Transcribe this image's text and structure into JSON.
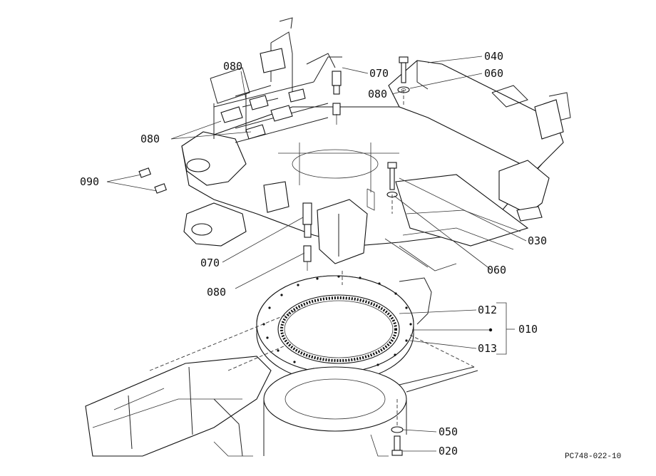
{
  "labels": {
    "l040": "040",
    "l060a": "060",
    "l080a": "080",
    "l070a": "070",
    "l080b": "080",
    "l080c": "080",
    "l090": "090",
    "l030": "030",
    "l060b": "060",
    "l070b": "070",
    "l080d": "080",
    "l012": "012",
    "l013": "013",
    "l010": "010",
    "l050": "050",
    "l020": "020"
  },
  "drawing_code": "PC748-022-10"
}
